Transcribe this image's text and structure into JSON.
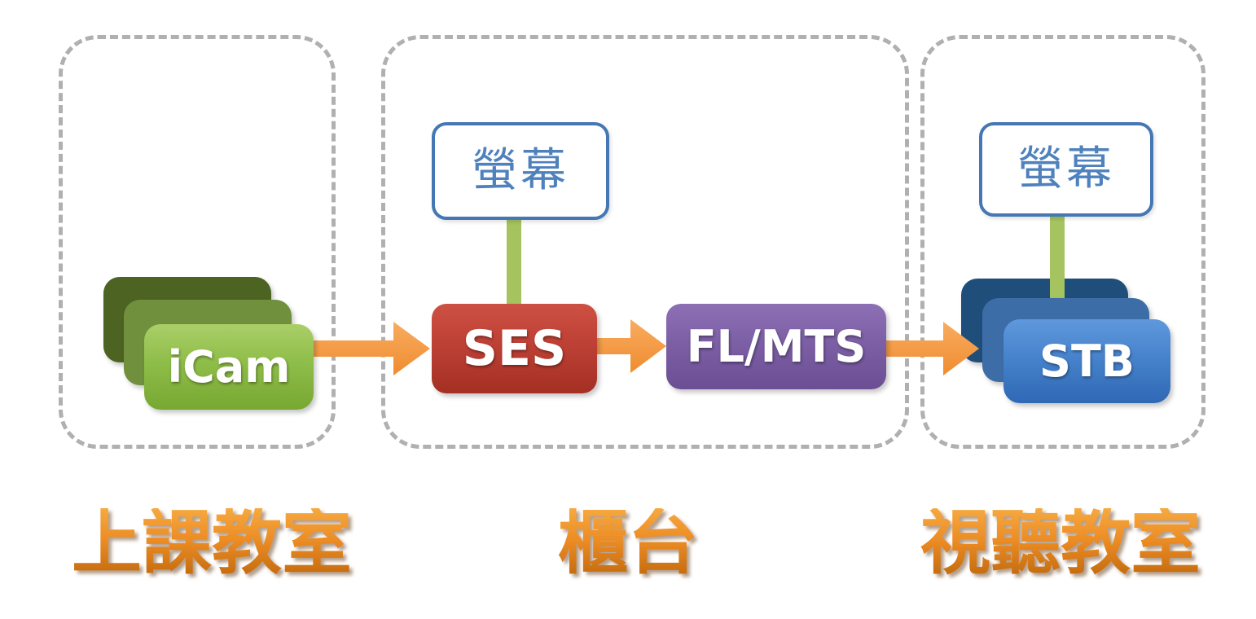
{
  "diagram": {
    "zones": [
      {
        "id": "classroom",
        "label": "上課教室"
      },
      {
        "id": "counter",
        "label": "櫃台"
      },
      {
        "id": "av_room",
        "label": "視聽教室"
      }
    ],
    "nodes": {
      "icam": {
        "label": "iCam",
        "zone": "classroom",
        "shape": "stacked-cards",
        "color": "#7bad37"
      },
      "screen_counter": {
        "label": "螢幕",
        "zone": "counter",
        "shape": "outlined-box",
        "color": "#4477b3"
      },
      "ses": {
        "label": "SES",
        "zone": "counter",
        "shape": "box",
        "color": "#b8392c"
      },
      "flmts": {
        "label": "FL/MTS",
        "zone": "counter",
        "shape": "box",
        "color": "#7a5da0"
      },
      "screen_av": {
        "label": "螢幕",
        "zone": "av_room",
        "shape": "outlined-box",
        "color": "#4477b3"
      },
      "stb": {
        "label": "STB",
        "zone": "av_room",
        "shape": "stacked-cards",
        "color": "#3a77c2"
      }
    },
    "edges": [
      {
        "from": "icam",
        "to": "ses",
        "type": "arrow",
        "color": "#f79646"
      },
      {
        "from": "ses",
        "to": "flmts",
        "type": "arrow",
        "color": "#f79646"
      },
      {
        "from": "flmts",
        "to": "stb",
        "type": "arrow",
        "color": "#f79646"
      },
      {
        "from": "screen_counter",
        "to": "ses",
        "type": "line",
        "color": "#a5c35f"
      },
      {
        "from": "screen_av",
        "to": "stb",
        "type": "line",
        "color": "#a5c35f"
      }
    ],
    "colors": {
      "zone_border": "#b0b0b0",
      "zone_label": "#e08423",
      "arrow": "#f79646",
      "link": "#a5c35f"
    }
  }
}
